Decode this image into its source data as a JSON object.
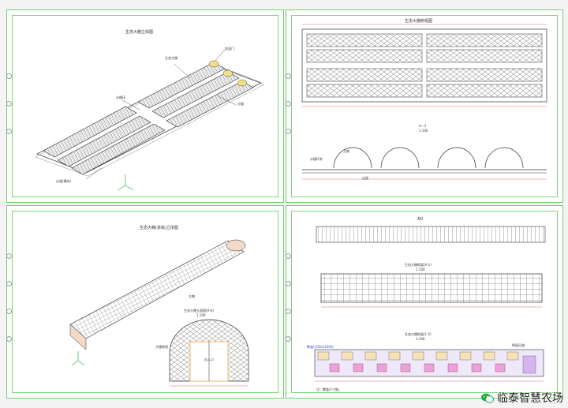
{
  "sheets": [
    {
      "id": "s1",
      "title": "生态大棚立体图",
      "labels": [
        "生态大棚",
        "水循环",
        "过道",
        "过道(横向)",
        "加温门"
      ]
    },
    {
      "id": "s2",
      "title": "生态大棚俯视图",
      "sub_title": "A—1",
      "sub_scale": "1:100",
      "labels": [
        "水循环系",
        "过道",
        "主棚"
      ]
    },
    {
      "id": "s3",
      "title": "生态大棚(单栋)立体图",
      "door_title": "生态大棚立面图(A-A)",
      "door_scale": "1:100",
      "labels": [
        "大棚",
        "大棚侧墙",
        "出入口"
      ]
    },
    {
      "id": "s4",
      "title": "AD",
      "mid_title": "生态大棚框架(A-1)",
      "mid_scale": "1:100",
      "bottom_title": "生态大棚框架(1-2)",
      "bottom_scale": "1:100",
      "left_note": "覆盖(1000x1000)",
      "right_note": "侧面风道",
      "footnote": "注：覆盖尺寸图。"
    }
  ],
  "watermark": {
    "text": "临泰智慧农场",
    "icon": "wechat-logo-icon",
    "color": "#2aa845"
  }
}
